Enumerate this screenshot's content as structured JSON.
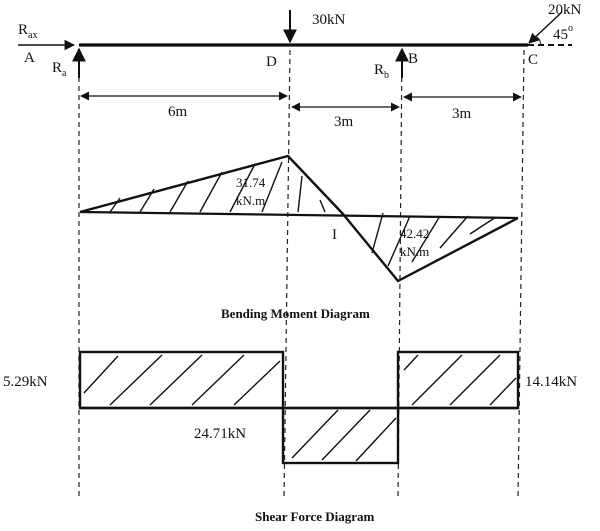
{
  "loads": {
    "point_load": "30kN",
    "inclined_load": "20kN",
    "angle": "45",
    "degree_symbol": "o"
  },
  "reactions": {
    "rax_main": "R",
    "rax_sub": "ax",
    "ra_main": "R",
    "ra_sub": "a",
    "rb_main": "R",
    "rb_sub": "b"
  },
  "points": {
    "a": "A",
    "b": "B",
    "c": "C",
    "d": "D",
    "i": "I"
  },
  "spans": {
    "ad": "6m",
    "db": "3m",
    "bc": "3m"
  },
  "bending_moment": {
    "title": "Bending Moment Diagram",
    "max_positive_value": "31.74",
    "max_positive_unit": "kN.m",
    "max_negative_value": "42.42",
    "max_negative_unit": "kN.m"
  },
  "shear_force": {
    "title": "Shear Force Diagram",
    "left_value": "5.29kN",
    "middle_value": "24.71kN",
    "right_value": "14.14kN"
  }
}
